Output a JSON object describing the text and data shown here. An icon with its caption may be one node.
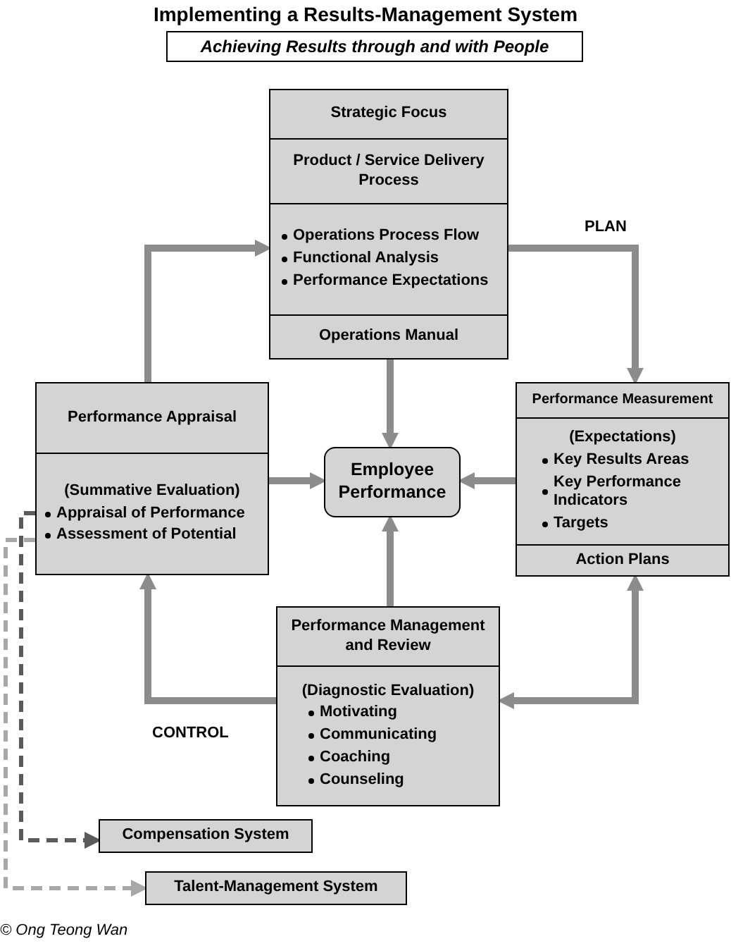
{
  "diagram": {
    "title": "Implementing a Results-Management System",
    "caption": "© Ong Teong Wan",
    "nodes": [
      {
        "text": [
          "Achieving Results through and with People"
        ]
      },
      {
        "text": [
          "Strategic Focus",
          "Product / Service Delivery Process",
          "Operations Process Flow",
          "Functional Analysis",
          "Performance Expectations",
          "Operations Manual"
        ]
      },
      {
        "text": [
          "Performance Appraisal",
          "(Summative Evaluation)",
          "Appraisal of Performance",
          "Assessment of Potential"
        ]
      },
      {
        "text": [
          "Employee Performance"
        ]
      },
      {
        "text": [
          "Performance Measurement",
          "(Expectations)",
          "Key Results Areas",
          "Key Performance Indicators",
          "Targets",
          "Action Plans"
        ]
      },
      {
        "text": [
          "Performance Management and Review",
          "(Diagnostic Evaluation)",
          "Motivating",
          "Communicating",
          "Coaching",
          "Counseling"
        ]
      },
      {
        "text": [
          "Compensation System"
        ]
      },
      {
        "text": [
          "Talent-Management System"
        ]
      }
    ],
    "edges": [
      {
        "from": 2,
        "to": 1,
        "arrow": "to"
      },
      {
        "from": 1,
        "to": 4,
        "arrow": "to"
      },
      {
        "from": 1,
        "to": 3,
        "arrow": "to"
      },
      {
        "from": 2,
        "to": 3,
        "arrow": "to"
      },
      {
        "from": 4,
        "to": 3,
        "arrow": "to"
      },
      {
        "from": 5,
        "to": 3,
        "arrow": "to"
      },
      {
        "from": 5,
        "to": 2,
        "arrow": "to"
      },
      {
        "from": 5,
        "to": 4,
        "arrow": "both"
      },
      {
        "from": 2,
        "to": 6,
        "arrow": "to",
        "style": "dashed",
        "color": "#5a5a5a"
      },
      {
        "from": 2,
        "to": 7,
        "arrow": "to",
        "style": "dashed",
        "color": "#a8a8a8"
      }
    ],
    "labels": [
      "PLAN",
      "CONTROL"
    ]
  }
}
